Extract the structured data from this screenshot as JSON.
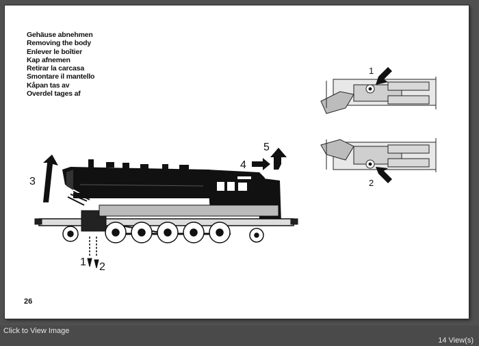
{
  "instructions": {
    "headings": [
      "Gehäuse abnehmen",
      "Removing the body",
      "Enlever le boîtier",
      "Kap afnemen",
      "Retirar la carcasa",
      "Smontare il mantello",
      "Kåpan tas av",
      "Overdel tages af"
    ],
    "page_number": "26"
  },
  "diagram_labels": {
    "lift_arrow": "3",
    "slide_arrow": "4",
    "up_arrow": "5",
    "screw_1": "1",
    "screw_2": "2",
    "top_view_screw": "1",
    "bottom_view_screw": "2"
  },
  "viewer": {
    "click_to_view": "Click to View Image",
    "views": "14 View(s)"
  }
}
